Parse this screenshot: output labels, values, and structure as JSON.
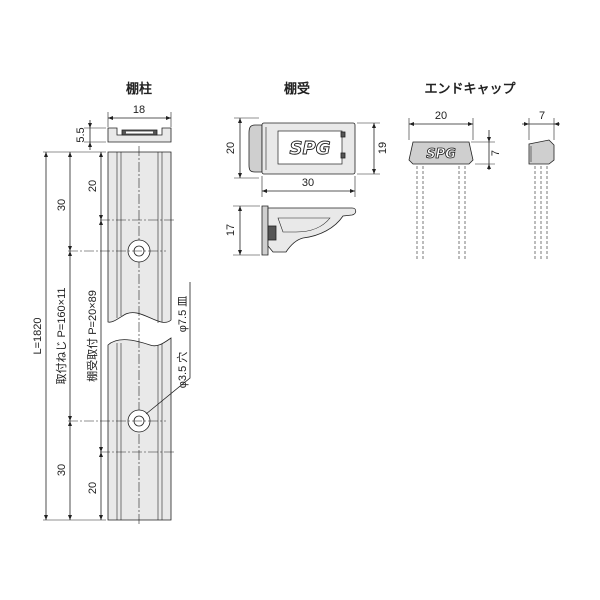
{
  "titles": {
    "shelf_post": "棚柱",
    "bracket": "棚受",
    "end_cap": "エンドキャップ"
  },
  "post": {
    "width": "18",
    "profile_depth": "5.5",
    "top_offset": "20",
    "top_pitch": "30",
    "bottom_offset": "20",
    "bottom_pitch": "30",
    "length": "L=1820",
    "screw_pitch": "取付ねじ P=160×11",
    "bracket_pitch": "棚受取付 P=20×89",
    "countersink": "φ7.5 皿",
    "hole": "φ3.5 穴"
  },
  "bracket": {
    "height": "20",
    "right_height": "19",
    "length": "30",
    "side_height": "17",
    "logo": "SPG"
  },
  "end_cap": {
    "width": "20",
    "depth": "7",
    "side_width": "7",
    "logo": "SPG"
  }
}
